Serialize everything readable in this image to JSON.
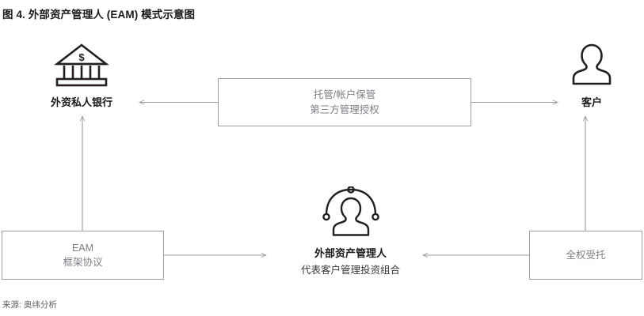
{
  "figure": {
    "title": "图 4. 外部资产管理人 (EAM) 模式示意图",
    "source": "来源: 奥纬分析"
  },
  "nodes": {
    "bank": {
      "icon": "bank-building-icon",
      "label": "外资私人银行"
    },
    "client": {
      "icon": "person-silhouette-icon",
      "label": "客户"
    },
    "external_asset_manager": {
      "icon": "person-network-icon",
      "label": "外部资产管理人",
      "sublabel": "代表客户管理投资组合"
    }
  },
  "boxes": {
    "custody": {
      "line1": "托管/帐户保管",
      "line2": "第三方管理授权"
    },
    "eam_agreement": {
      "line1": "EAM",
      "line2": "框架协议"
    },
    "mandate": {
      "line1": "全权受托"
    }
  },
  "connectors": [
    {
      "name": "custody-to-bank",
      "direction": "left"
    },
    {
      "name": "custody-to-client",
      "direction": "right"
    },
    {
      "name": "eam-agreement-to-bank",
      "direction": "up"
    },
    {
      "name": "eam-agreement-to-manager",
      "direction": "right"
    },
    {
      "name": "mandate-to-client",
      "direction": "up"
    },
    {
      "name": "mandate-to-manager",
      "direction": "left"
    }
  ],
  "colors": {
    "line": "#9a9da1",
    "box_text": "#7b7f84",
    "node_text": "#1a1a1a",
    "icon_stroke": "#231f20",
    "background": "#ffffff"
  }
}
